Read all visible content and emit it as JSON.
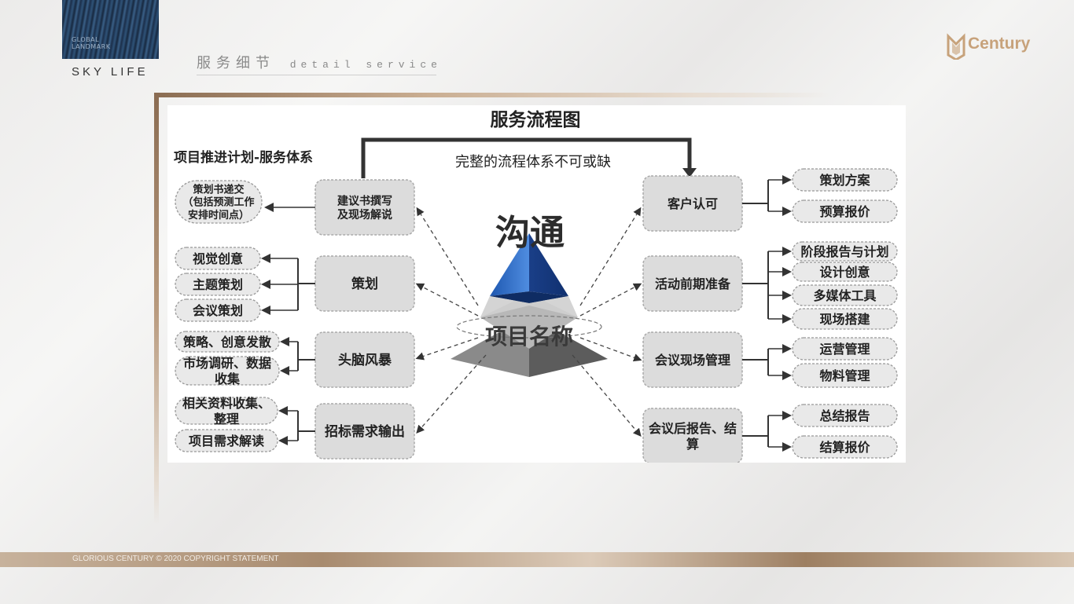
{
  "header": {
    "logo_lines": [
      "GLOBAL",
      "LANDMARK"
    ],
    "sky_life": "SKY LIFE",
    "section_cn": "服务细节",
    "section_en": "detail service",
    "brand": "Century"
  },
  "diagram": {
    "title": "服务流程图",
    "subtitle": "项目推进计划-服务体系",
    "loop_caption": "完整的流程体系不可或缺",
    "center_top": "沟通",
    "center_bottom": "项目名称",
    "left_nodes": [
      "建议书撰写\n及现场解说",
      "策划",
      "头脑风暴",
      "招标需求输出"
    ],
    "left_leaves": [
      [
        "策划书递交\n（包括预测工作\n安排时间点）"
      ],
      [
        "视觉创意",
        "主题策划",
        "会议策划"
      ],
      [
        "策略、创意发散",
        "市场调研、数据\n收集"
      ],
      [
        "相关资料收集、\n整理",
        "项目需求解读"
      ]
    ],
    "right_nodes": [
      "客户认可",
      "活动前期准备",
      "会议现场管理",
      "会议后报告、结\n算"
    ],
    "right_leaves": [
      [
        "策划方案",
        "预算报价"
      ],
      [
        "阶段报告与计划",
        "设计创意",
        "多媒体工具",
        "现场搭建"
      ],
      [
        "运营管理",
        "物料管理"
      ],
      [
        "总结报告",
        "结算报价"
      ]
    ]
  },
  "footer": {
    "copyright": "GLORIOUS CENTURY © 2020 COPYRIGHT STATEMENT"
  }
}
